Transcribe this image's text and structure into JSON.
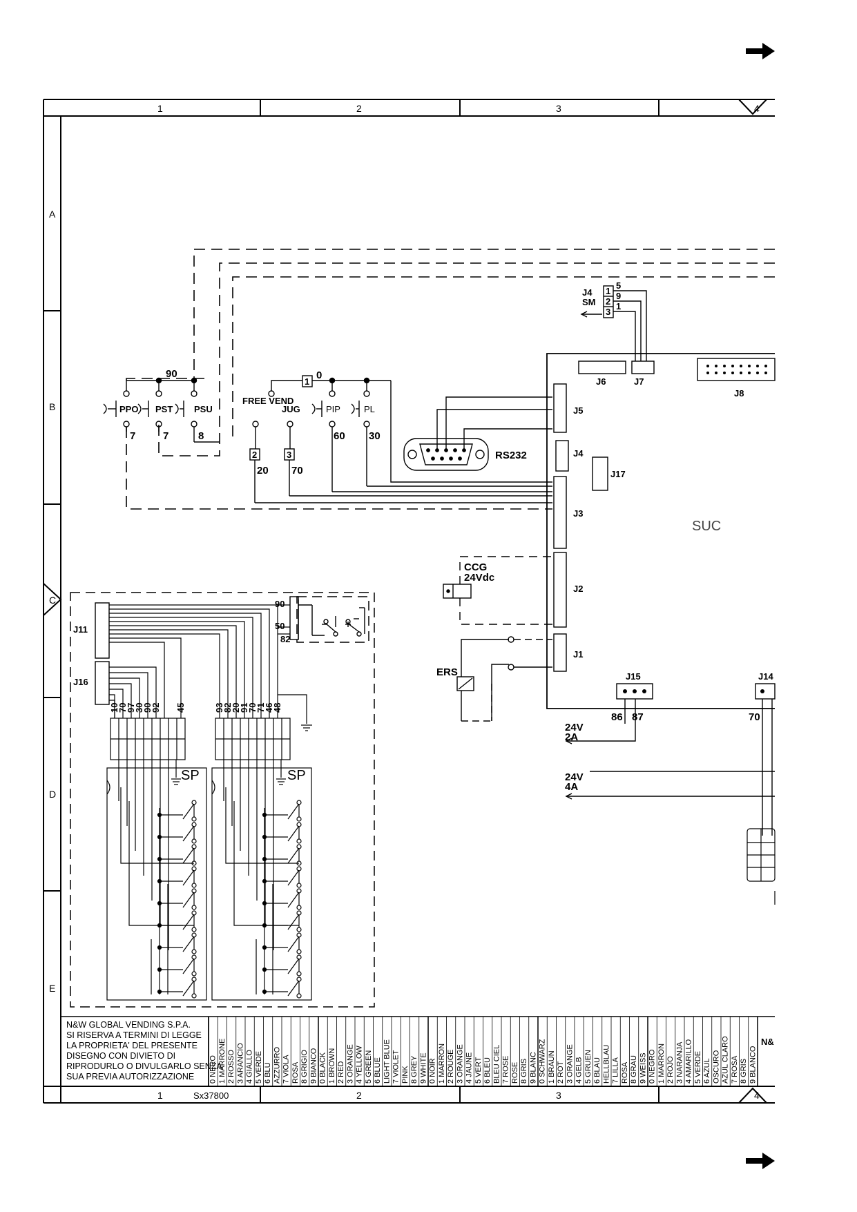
{
  "frame": {
    "columns": [
      "1",
      "2",
      "3",
      "4"
    ],
    "rows": [
      "A",
      "B",
      "C",
      "D",
      "E"
    ],
    "drawing_code": "Sx37800"
  },
  "components": {
    "buttons": [
      "PPO",
      "PST",
      "PSU",
      "FREE VEND",
      "JUG",
      "PIP",
      "PL"
    ],
    "button_wires": {
      "ppo": "7",
      "pst": "7",
      "psu": "8",
      "pip": "60",
      "pl": "30",
      "top": "90",
      "box0": "1",
      "box0_label": "0"
    },
    "free_box": "2",
    "free_wire": "20",
    "jug_box": "3",
    "jug_wire": "70",
    "rs232": "RS232",
    "board": "SUC",
    "connectors": [
      "J1",
      "J2",
      "J3",
      "J4",
      "J5",
      "J6",
      "J7",
      "J8",
      "J14",
      "J15",
      "J16",
      "J17",
      "J11"
    ],
    "j4sm": {
      "name": "J4",
      "sub": "SM",
      "pins": [
        "1",
        "2",
        "3"
      ],
      "wires": [
        "5",
        "9",
        "1"
      ]
    },
    "ccg": {
      "name": "CCG",
      "voltage": "24Vdc"
    },
    "ers": "ERS",
    "j15_wires": [
      "86",
      "87"
    ],
    "j14_wire": "70",
    "supply_a": {
      "v": "24V",
      "a": "2A"
    },
    "supply_b": {
      "v": "24V",
      "a": "4A"
    },
    "sp": "SP",
    "sel_wires": [
      "90",
      "50",
      "82"
    ],
    "bus1_wires": [
      "10",
      "70",
      "97",
      "30",
      "90",
      "92",
      "45"
    ],
    "bus2_wires": [
      "93",
      "82",
      "20",
      "91",
      "70",
      "71",
      "46",
      "48"
    ]
  },
  "title_block": {
    "company": "N&W GLOBAL VENDING S.P.A.",
    "notice": [
      "SI RISERVA A TERMINI DI LEGGE",
      "LA PROPRIETA' DEL PRESENTE",
      "DISEGNO CON DIVIETO DI",
      "RIPRODURLO O DIVULGARLO SENZA",
      "SUA PREVIA AUTORIZZAZIONE"
    ],
    "logo_cut": "N&",
    "color_columns": [
      "0 NERO",
      "1 MARRONE",
      "2 ROSSO",
      "3 ARANCIO",
      "4 GIALLO",
      "5 VERDE",
      "6 BLU",
      "AZZURRO",
      "7 VIOLA",
      "ROSA",
      "8 GRIGIO",
      "9 BIANCO",
      "0 BLACK",
      "1 BROWN",
      "2 RED",
      "3 ORANGE",
      "4 YELLOW",
      "5 GREEN",
      "6 BLUE",
      "LIGHT BLUE",
      "7 VIOLET",
      "PINK",
      "8 GREY",
      "9 WHITE",
      "0 NOIR",
      "1 MARRON",
      "2 ROUGE",
      "3 ORANGE",
      "4 JAUNE",
      "5 VERT",
      "6 BLEU",
      "BLEU CIEL",
      "7 ROSE",
      "ROSE",
      "8 GRIS",
      "9 BLANC",
      "0 SCHWARZ",
      "1 BRAUN",
      "2 ROT",
      "3 ORANGE",
      "4 GELB",
      "5 GRUEN",
      "6 BLAU",
      "HELLBLAU",
      "7 LILLA",
      "ROSA",
      "8 GRAU",
      "9 WEISS",
      "0 NEGRO",
      "1 MARRON",
      "2 ROJO",
      "3 NARANJA",
      "4 AMARILLO",
      "5 VERDE",
      "6 AZUL",
      "OSCURO",
      "AZUL CLARO",
      "7 ROSA",
      "8 GRIS",
      "9 BLANCO"
    ]
  }
}
